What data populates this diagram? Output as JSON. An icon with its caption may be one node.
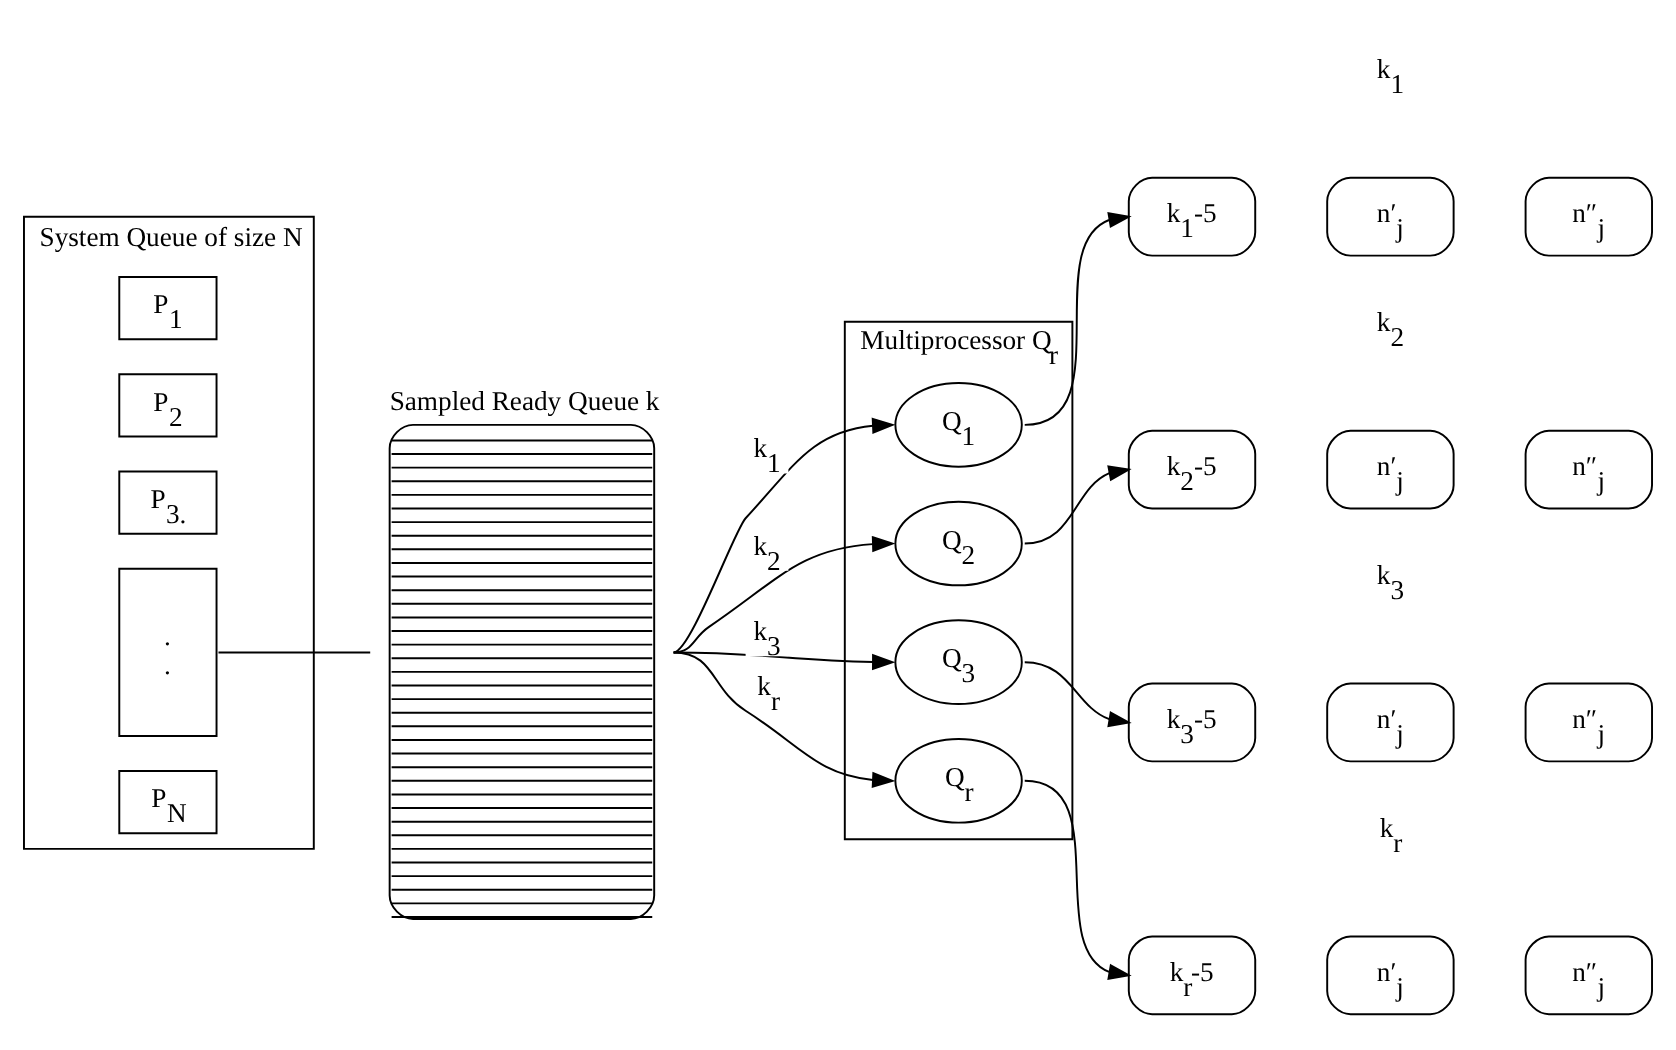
{
  "diagram": {
    "nodes": [
      {
        "text": [
          "System Queue of size N"
        ]
      },
      {
        "text": [
          "P$_{1}$"
        ],
        "in": 0
      },
      {
        "text": [
          "P$_{2}$"
        ],
        "in": 0
      },
      {
        "text": [
          "P$_{3.}$"
        ],
        "in": 0
      },
      {
        "text": [
          ".",
          "."
        ],
        "in": 0
      },
      {
        "text": [
          "P$_{N}$"
        ],
        "in": 0
      },
      {
        "text": [
          "Sampled Ready Queue k"
        ]
      },
      {
        "text": [
          "Multiprocessor Q$_{r}$"
        ]
      },
      {
        "text": [
          "Q$_{1}$"
        ],
        "in": 7
      },
      {
        "text": [
          "Q$_{2}$"
        ],
        "in": 7
      },
      {
        "text": [
          "Q$_{3}$"
        ],
        "in": 7
      },
      {
        "text": [
          "Q$_{r}$"
        ],
        "in": 7
      },
      {
        "text": [
          "k$_{1}$-5"
        ]
      },
      {
        "text": [
          "n′$_{j}$"
        ]
      },
      {
        "text": [
          "n″$_{j}$"
        ]
      },
      {
        "text": [
          "k$_{2}$-5"
        ]
      },
      {
        "text": [
          "n′$_{j}$"
        ]
      },
      {
        "text": [
          "n″$_{j}$"
        ]
      },
      {
        "text": [
          "k$_{3}$-5"
        ]
      },
      {
        "text": [
          "n′$_{j}$"
        ]
      },
      {
        "text": [
          "n″$_{j}$"
        ]
      },
      {
        "text": [
          "k$_{r}$-5"
        ]
      },
      {
        "text": [
          "n′$_{j}$"
        ]
      },
      {
        "text": [
          "n″$_{j}$"
        ]
      }
    ],
    "edges": [
      {
        "from": 4,
        "to": 6,
        "arrow": "none"
      },
      {
        "from": 6,
        "to": 8,
        "arrow": "to",
        "label": "k$_{1}$"
      },
      {
        "from": 6,
        "to": 9,
        "arrow": "to",
        "label": "k$_{2}$"
      },
      {
        "from": 6,
        "to": 10,
        "arrow": "to",
        "label": "k$_{3}$"
      },
      {
        "from": 6,
        "to": 11,
        "arrow": "to",
        "label": "k$_{r}$"
      },
      {
        "from": 8,
        "to": 12,
        "arrow": "to"
      },
      {
        "from": 9,
        "to": 15,
        "arrow": "to"
      },
      {
        "from": 10,
        "to": 18,
        "arrow": "to"
      },
      {
        "from": 11,
        "to": 21,
        "arrow": "to"
      }
    ],
    "labels": [
      "k$_{1}$",
      "k$_{2}$",
      "k$_{3}$",
      "k$_{r}$"
    ]
  }
}
